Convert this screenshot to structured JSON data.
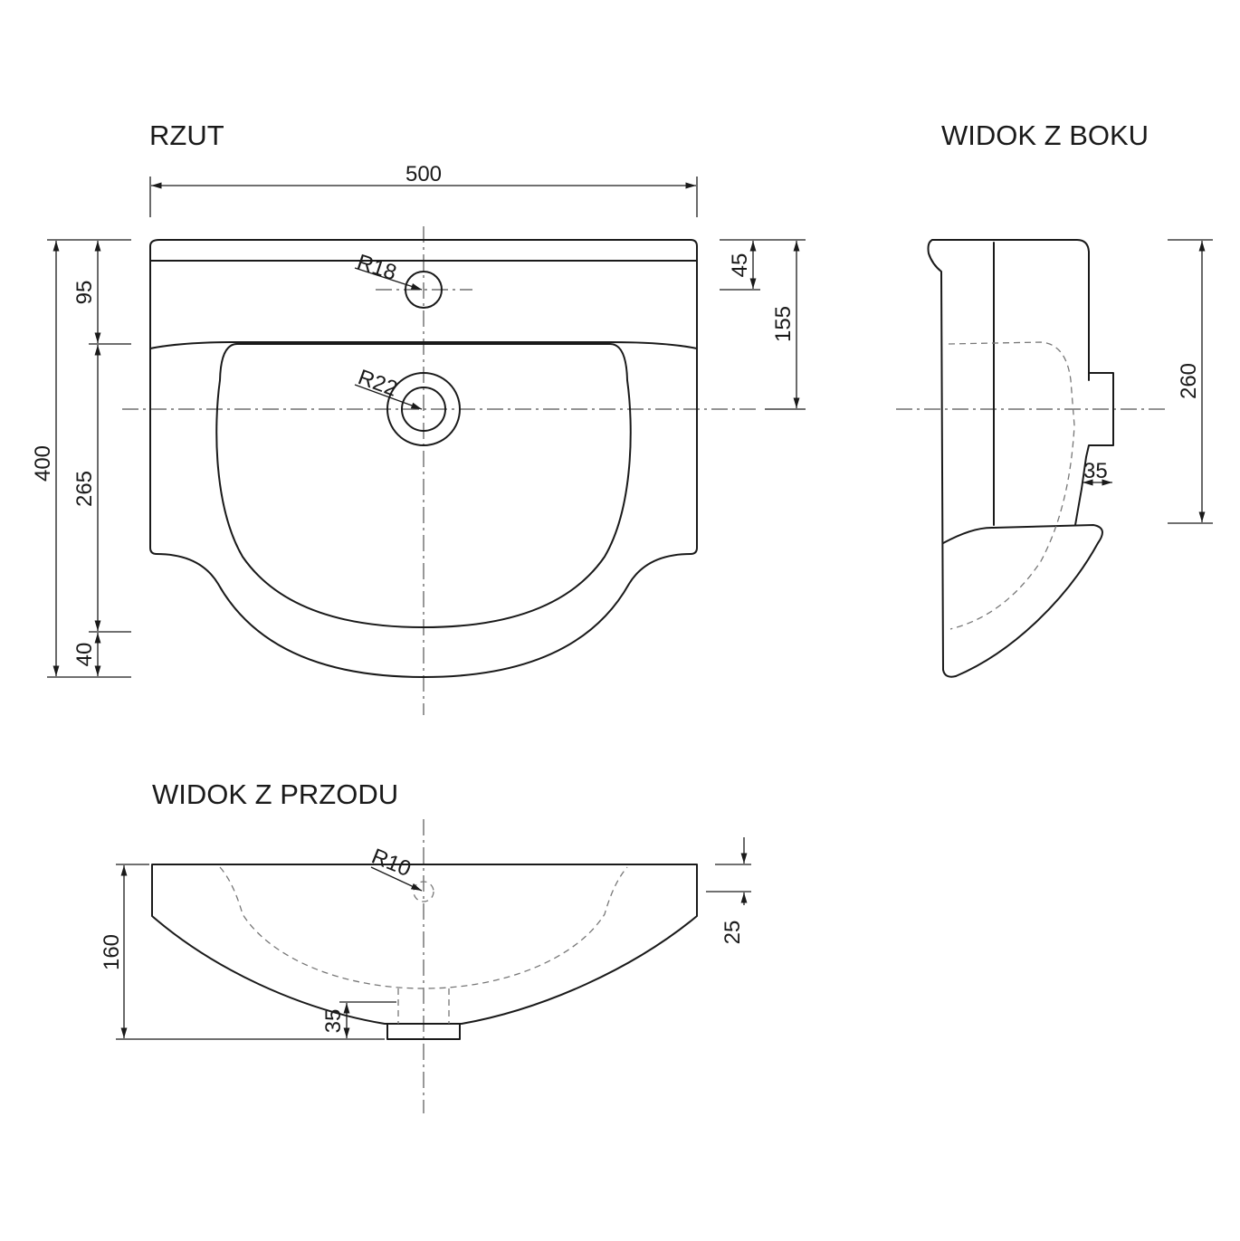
{
  "views": {
    "plan": {
      "title": "RZUT"
    },
    "side": {
      "title": "WIDOK Z BOKU"
    },
    "front": {
      "title": "WIDOK Z PRZODU"
    }
  },
  "dimensions": {
    "plan_width": "500",
    "plan_total_depth": "400",
    "plan_deck_depth": "95",
    "plan_bowl_depth": "265",
    "plan_front_rim": "40",
    "plan_tap_offset": "45",
    "plan_drain_offset": "155",
    "tap_hole_radius": "R18",
    "drain_radius": "R22",
    "side_height": "260",
    "side_outlet": "35",
    "front_height": "160",
    "front_rim": "25",
    "front_outlet": "35",
    "overflow_radius": "R10"
  },
  "colors": {
    "line": "#1a1a1a",
    "background": "#ffffff"
  }
}
